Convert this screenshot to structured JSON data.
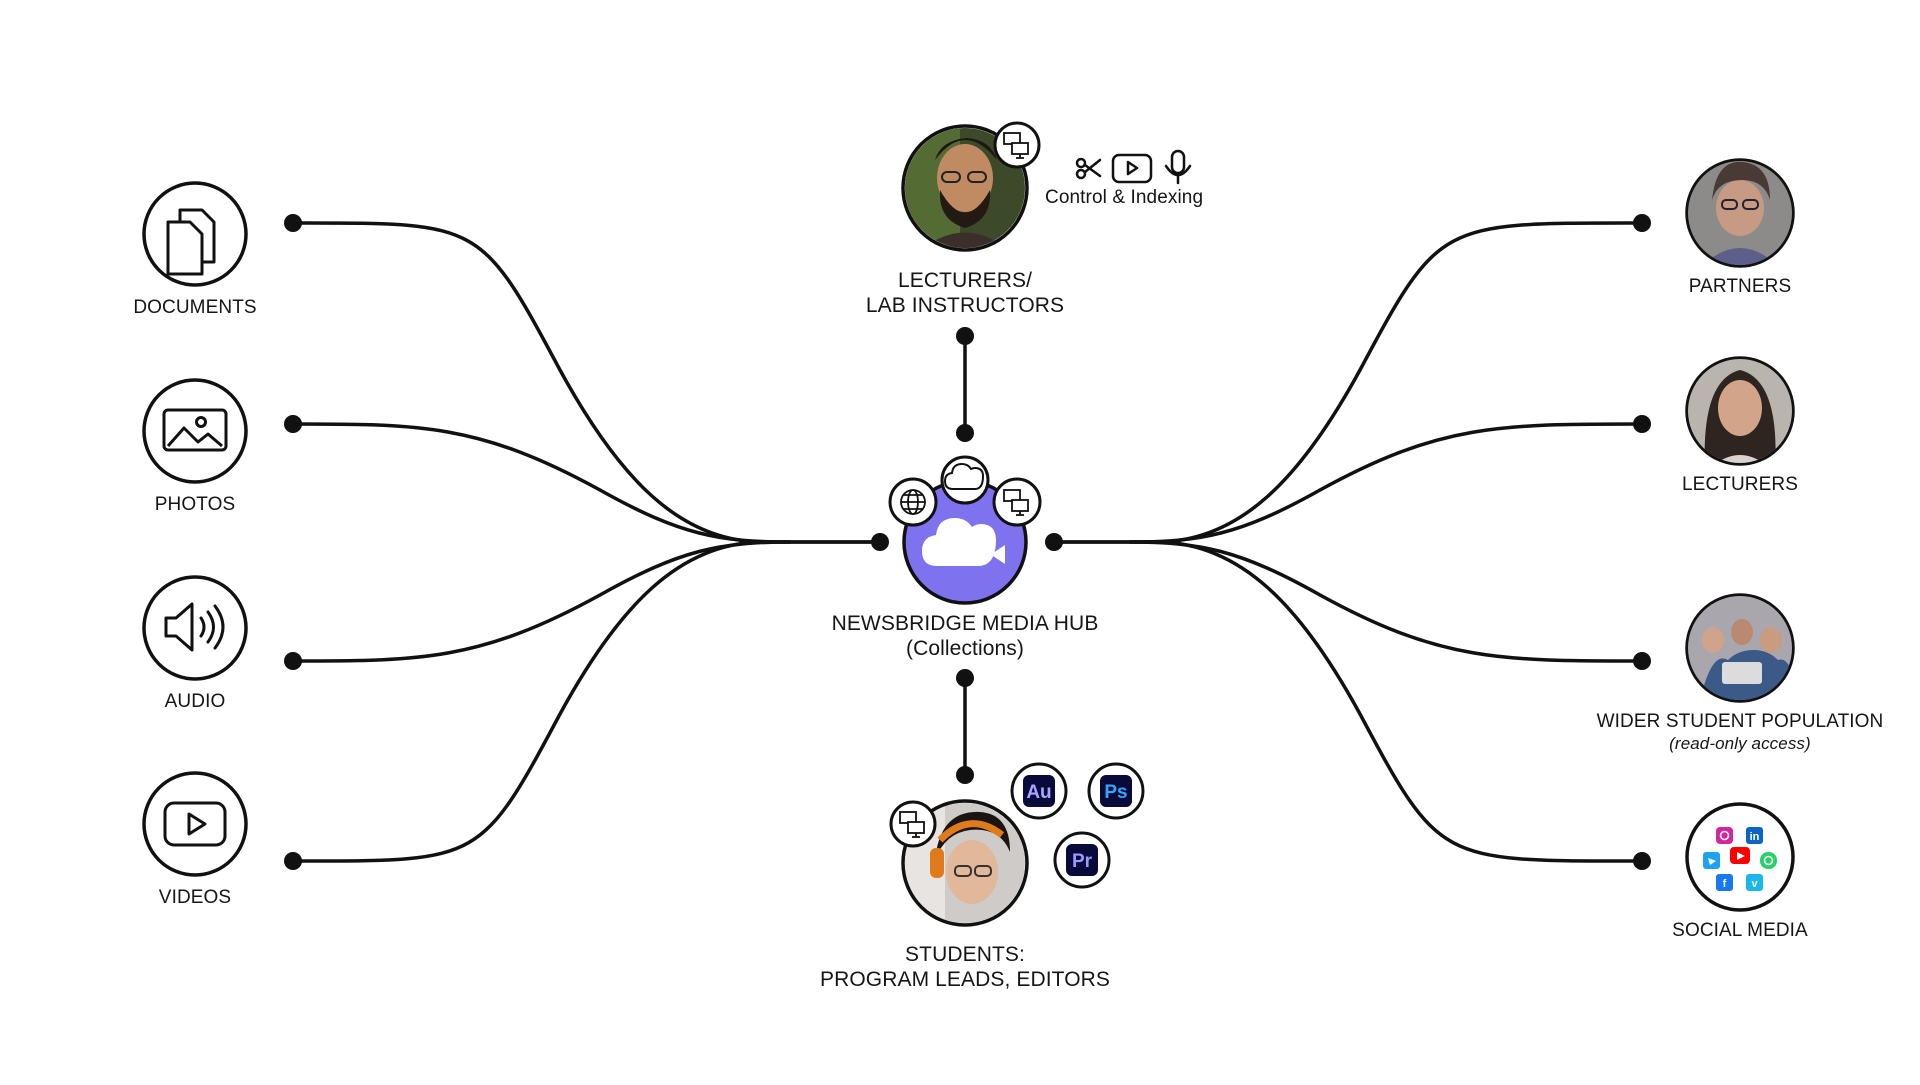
{
  "colors": {
    "line": "#111111",
    "hub": "#7f72ef",
    "hub_outline": "#111111",
    "adobe_bg": "#0a0a3a",
    "au": "#a6a6ff",
    "ps": "#31a8ff",
    "pr": "#9999ff"
  },
  "sources": [
    {
      "label": "DOCUMENTS",
      "icon": "documents-icon"
    },
    {
      "label": "PHOTOS",
      "icon": "photo-icon"
    },
    {
      "label": "AUDIO",
      "icon": "speaker-icon"
    },
    {
      "label": "VIDEOS",
      "icon": "video-play-icon"
    }
  ],
  "hub": {
    "title": "NEWSBRIDGE MEDIA HUB",
    "subtitle": "(Collections)",
    "badges": [
      "globe-icon",
      "cloud-icon",
      "desktop-icon"
    ]
  },
  "top_node": {
    "line1": "LECTURERS/",
    "line2": "LAB INSTRUCTORS",
    "tools_label": "Control & Indexing",
    "tool_icons": [
      "scissors-icon",
      "play-icon",
      "microphone-icon"
    ]
  },
  "bottom_node": {
    "line1": "STUDENTS:",
    "line2": "PROGRAM LEADS, EDITORS",
    "apps": [
      "Au",
      "Ps",
      "Pr"
    ]
  },
  "audiences": [
    {
      "label": "PARTNERS",
      "sublabel": ""
    },
    {
      "label": "LECTURERS",
      "sublabel": ""
    },
    {
      "label": "WIDER STUDENT POPULATION",
      "sublabel": "(read-only access)"
    },
    {
      "label": "SOCIAL MEDIA",
      "sublabel": ""
    }
  ]
}
